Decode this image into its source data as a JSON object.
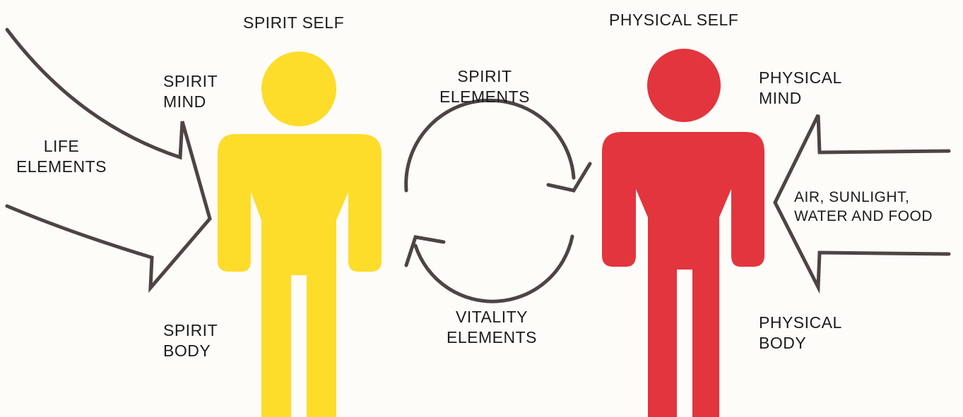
{
  "spirit_self": {
    "title": "SPIRIT SELF",
    "mind": {
      "line1": "SPIRIT",
      "line2": "MIND"
    },
    "body": {
      "line1": "SPIRIT",
      "line2": "BODY"
    },
    "color": "#fedc2a"
  },
  "physical_self": {
    "title": "PHYSICAL SELF",
    "mind": {
      "line1": "PHYSICAL",
      "line2": "MIND"
    },
    "body": {
      "line1": "PHYSICAL",
      "line2": "BODY"
    },
    "color": "#e3353e"
  },
  "inputs": {
    "life_elements": {
      "line1": "LIFE",
      "line2": "ELEMENTS"
    },
    "physical_inputs": {
      "line1": "AIR, SUNLIGHT,",
      "line2": "WATER AND FOOD"
    }
  },
  "exchange": {
    "spirit_elements": {
      "line1": "SPIRIT",
      "line2": "ELEMENTS"
    },
    "vitality_elements": {
      "line1": "VITALITY",
      "line2": "ELEMENTS"
    }
  },
  "line_color": "#4e4443"
}
